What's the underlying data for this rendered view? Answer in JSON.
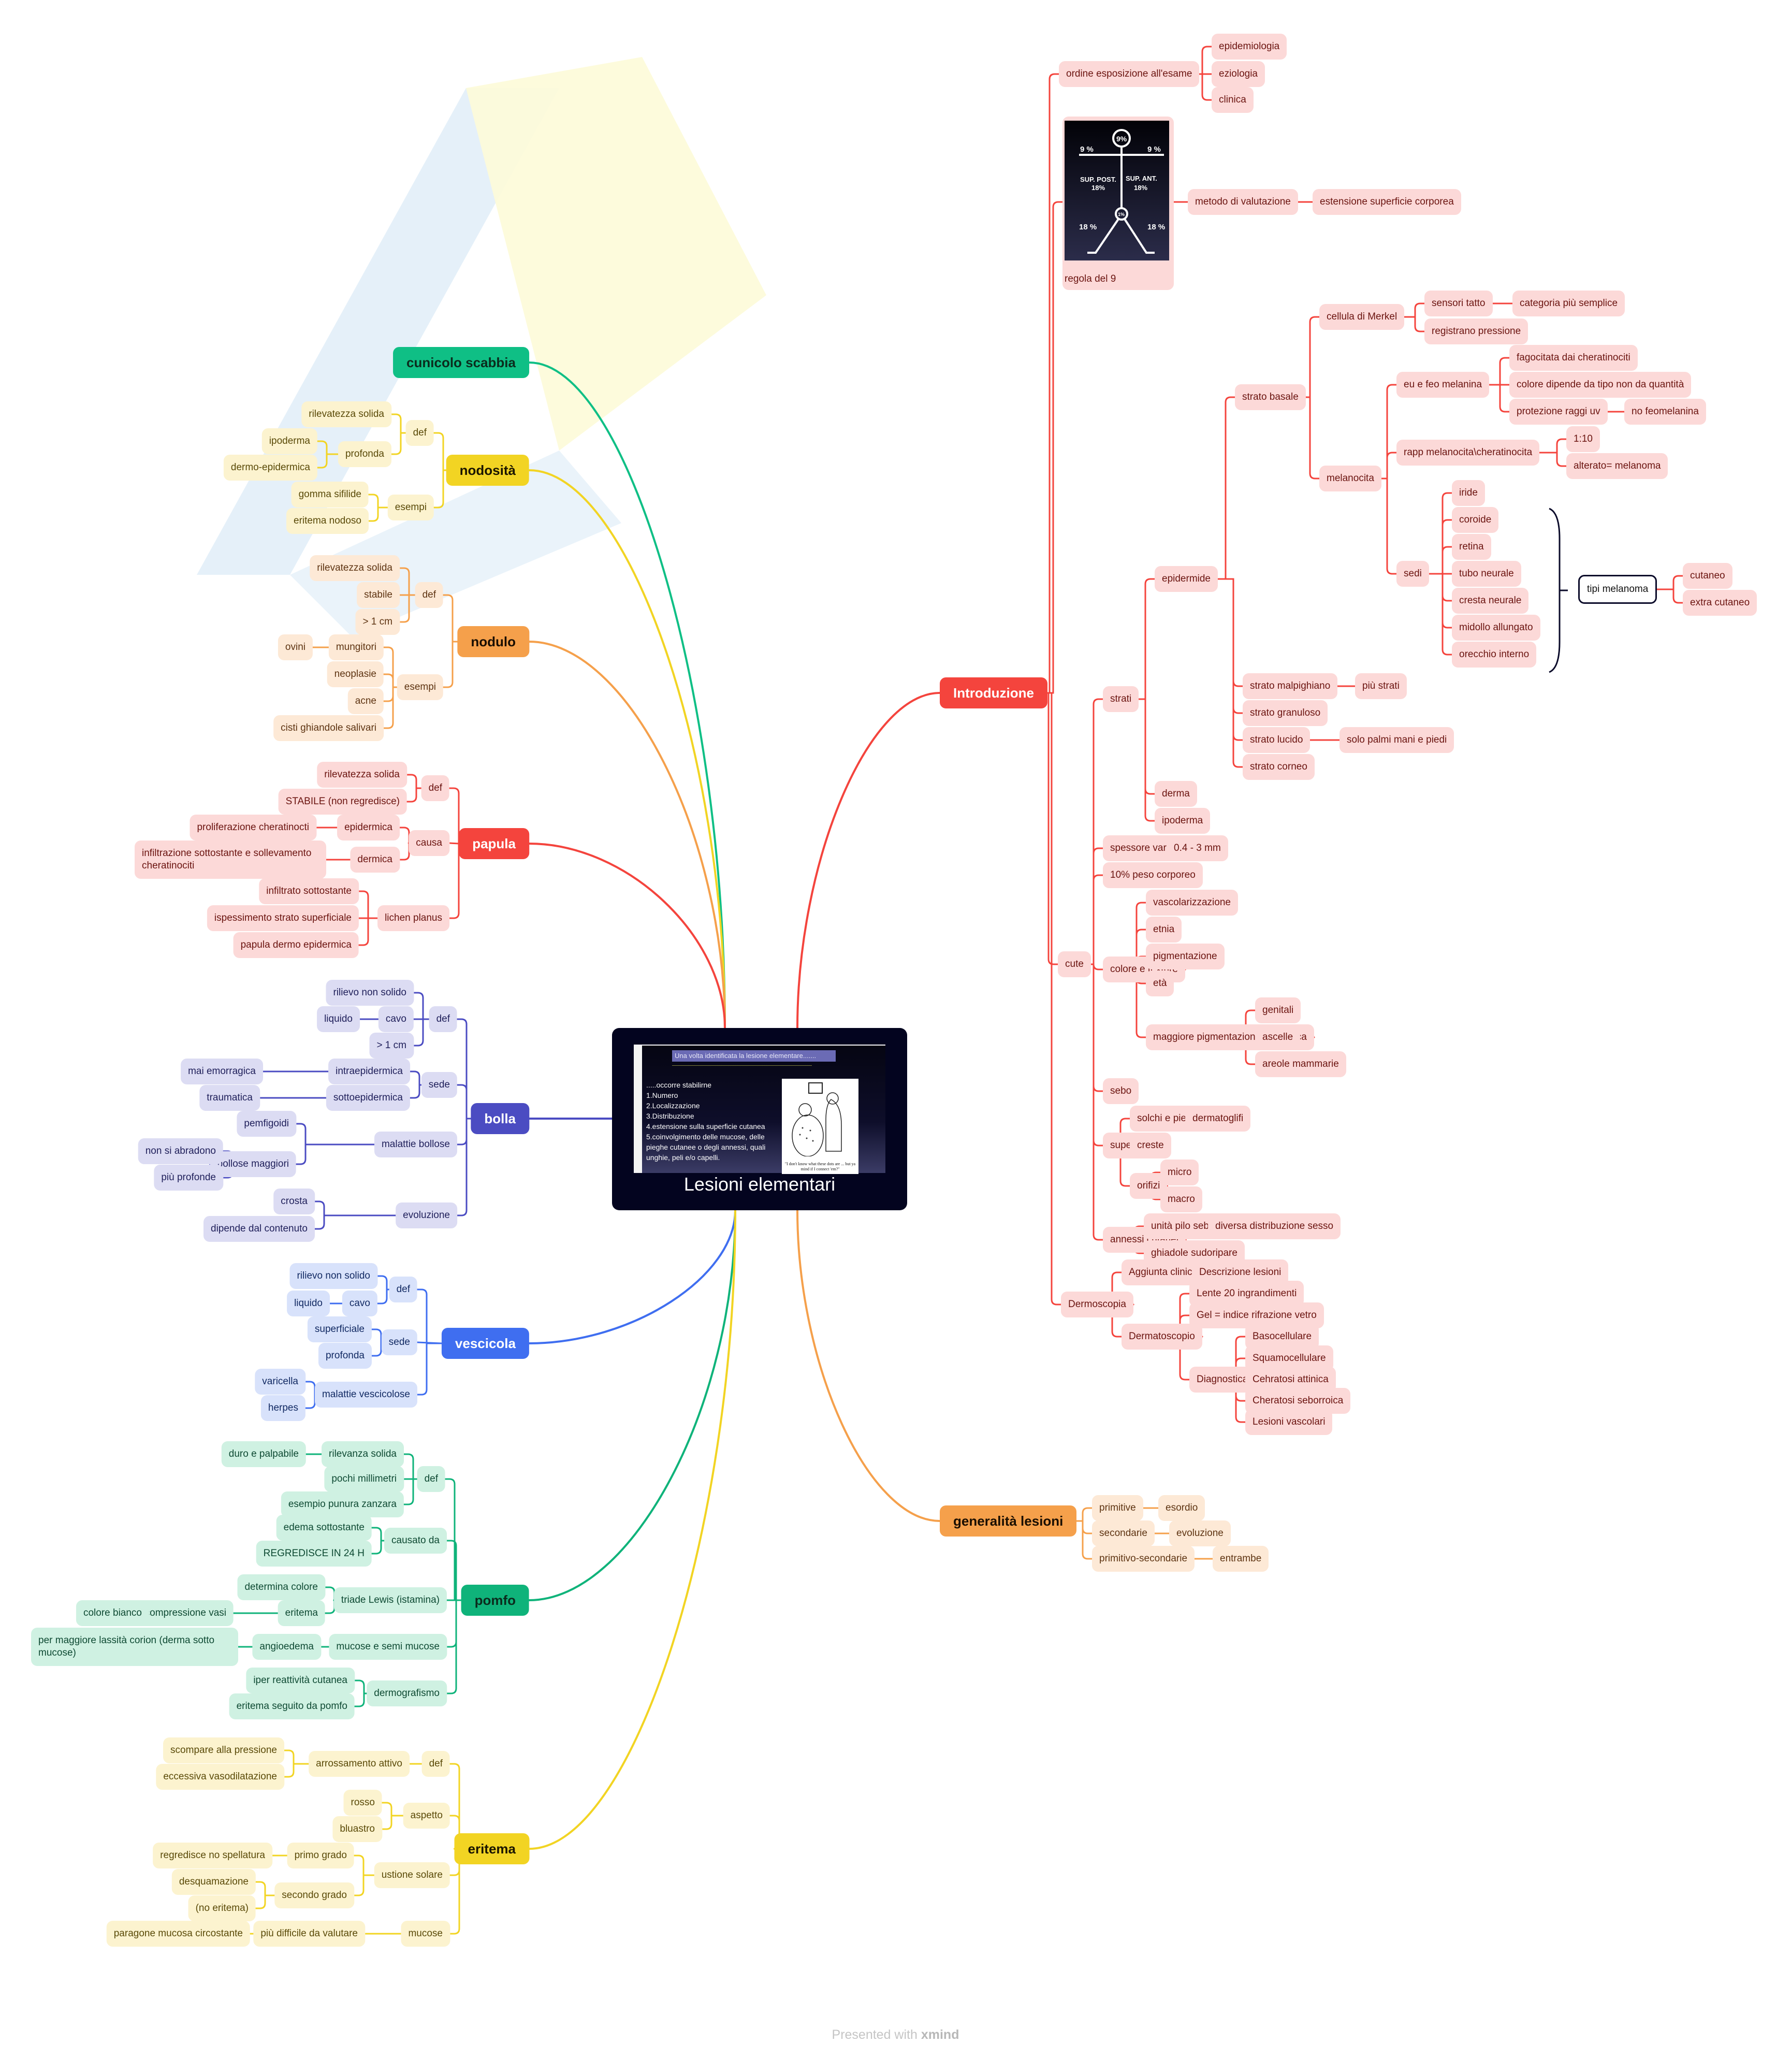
{
  "root": {
    "title": "Lesioni elementari",
    "slide": {
      "header": "Una volta identificata la lesione elementare.......",
      "lines": [
        ".....occorre stabilirne",
        "1.Numero",
        "2.Localizzazione",
        "3.Distribuzione",
        "4.estensione sulla superficie cutanea",
        "5.coinvolgimento delle mucose, delle pieghe cutanee o degli annessi, quali unghie, peli e/o capelli."
      ],
      "cartoon_caption": "\"I don't know what these dots are ... but ya mind if I connect 'em?\""
    }
  },
  "colors": {
    "red": "#f4443d",
    "orange": "#f5a04b",
    "yellow": "#f2d423",
    "green": "#0fbf85",
    "indigo": "#4b4cc2",
    "blue": "#3f6ef0",
    "root": "#03041f"
  },
  "branches": {
    "introduzione": {
      "label": "Introduzione",
      "ordine": {
        "label": "ordine esposizione all'esame",
        "children": [
          "epidemiologia",
          "eziologia",
          "clinica"
        ]
      },
      "regola": {
        "caption": "regola del 9",
        "image_labels": [
          "9%",
          "9 %",
          "9 %",
          "SUP. POST. 18%",
          "SUP. ANT. 18%",
          "1%",
          "18 %",
          "18 %"
        ],
        "metodo": "metodo di valutazione",
        "estensione": "estensione superficie corporea"
      },
      "cute": {
        "label": "cute",
        "strati": {
          "label": "strati",
          "epidermide": {
            "label": "epidermide",
            "strato_basale": {
              "label": "strato basale",
              "merkel": {
                "label": "cellula di Merkel",
                "sensori": "sensori tatto",
                "categoria": "categoria più semplice",
                "registrano": "registrano pressione"
              },
              "melanocita": {
                "label": "melanocita",
                "eufeo": {
                  "label": "eu e feo melanina",
                  "fagocitata": "fagocitata dai cheratinociti",
                  "colore": "colore dipende da tipo non da quantità",
                  "protezione": "protezione raggi uv",
                  "no_feo": "no feomelanina"
                },
                "rapp": {
                  "label": "rapp melanocita\\cheratinocita",
                  "ratio": "1:10",
                  "alterato": "alterato= melanoma"
                },
                "sedi": {
                  "label": "sedi",
                  "items": [
                    "iride",
                    "coroide",
                    "retina",
                    "tubo neurale",
                    "cresta neurale",
                    "midollo allungato",
                    "orecchio interno"
                  ]
                },
                "tipi": {
                  "label": "tipi melanoma",
                  "items": [
                    "cutaneo",
                    "extra cutaneo"
                  ]
                }
              }
            },
            "malpighiano": "strato malpighiano",
            "piu_strati": "più strati",
            "granuloso": "strato granuloso",
            "lucido": "strato lucido",
            "palmi": "solo palmi mani e piedi",
            "corneo": "strato corneo"
          },
          "derma": "derma",
          "ipoderma": "ipoderma"
        },
        "spessore": "spessore variabile",
        "spessore_val": "0.4 - 3 mm",
        "peso": "10% peso corporeo",
        "colore": {
          "label": "colore e texture",
          "items": [
            "vascolarizzazione",
            "etnia",
            "pigmentazione",
            "età"
          ],
          "maggiore": "maggiore pigmentazione fisiologica",
          "zone": [
            "genitali",
            "ascelle",
            "areole mammarie"
          ]
        },
        "sebo": "sebo",
        "superficie": {
          "label": "superficie",
          "solchi": "solchi e pieghe",
          "dermatoglifi": "dermatoglifi",
          "creste": "creste",
          "orifizi": "orifizi",
          "micro": "micro",
          "macro": "macro"
        },
        "annessi": {
          "label": "annessi cutanei",
          "pilo": "unità pilo sebacea",
          "sesso": "diversa distribuzione sesso",
          "ghiadole": "ghiadole sudoripare"
        }
      },
      "dermoscopia": {
        "label": "Dermoscopia",
        "aggiunta": "Aggiunta clinica",
        "descrizione": "Descrizione lesioni",
        "dermatoscopio": "Dermatoscopio",
        "lente": "Lente 20 ingrandimenti",
        "gel": "Gel = indice rifrazione vetro",
        "diagnostica": {
          "label": "Diagnostica",
          "items": [
            "Basocellulare",
            "Squamocellulare",
            "Cehratosi attinica",
            "Cheratosi seborroica",
            "Lesioni vascolari"
          ]
        }
      }
    },
    "generalita": {
      "label": "generalità lesioni",
      "rows": [
        {
          "a": "primitive",
          "b": "esordio"
        },
        {
          "a": "secondarie",
          "b": "evoluzione"
        },
        {
          "a": "primitivo-secondarie",
          "b": "entrambe"
        }
      ]
    },
    "cunicolo": {
      "label": "cunicolo scabbia"
    },
    "nodosita": {
      "label": "nodosità",
      "def": "def",
      "rilevatezza": "rilevatezza solida",
      "profonda": "profonda",
      "ipoderma": "ipoderma",
      "dermo": "dermo-epidermica",
      "esempi": "esempi",
      "gomma": "gomma sifilide",
      "eritema_nodoso": "eritema nodoso"
    },
    "nodulo": {
      "label": "nodulo",
      "def": "def",
      "rilevatezza": "rilevatezza solida",
      "stabile": "stabile",
      "size": "> 1 cm",
      "esempi": "esempi",
      "mungitori": "mungitori",
      "ovini": "ovini",
      "neoplasie": "neoplasie",
      "acne": "acne",
      "cisti": "cisti ghiandole salivari"
    },
    "papula": {
      "label": "papula",
      "def": "def",
      "rilevatezza": "rilevatezza solida",
      "stabile": "STABILE (non regredisce)",
      "causa": "causa",
      "epidermica": "epidermica",
      "prolif": "proliferazione cheratinocti",
      "dermica": "dermica",
      "infiltrazione": "infiltrazione sottostante e sollevamento cheratinociti",
      "lichen": "lichen planus",
      "infiltrato": "infiltrato sottostante",
      "ispessimento": "ispessimento strato superficiale",
      "dermoepi": "papula dermo epidermica"
    },
    "bolla": {
      "label": "bolla",
      "def": "def",
      "rilievo": "rilievo non solido",
      "cavo": "cavo",
      "liquido": "liquido",
      "size": "> 1 cm",
      "sede": "sede",
      "intra": "intraepidermica",
      "mai": "mai emorragica",
      "sotto": "sottoepidermica",
      "traumatica": "traumatica",
      "malattie": "malattie bollose",
      "pemfigoidi": "pemfigoidi",
      "maggiori": "bollose maggiori",
      "abradono": "non si abradono",
      "profonde": "più profonde",
      "evoluzione": "evoluzione",
      "crosta": "crosta",
      "dipende": "dipende dal contenuto"
    },
    "vescicola": {
      "label": "vescicola",
      "def": "def",
      "rilievo": "rilievo non solido",
      "cavo": "cavo",
      "liquido": "liquido",
      "sede": "sede",
      "superficiale": "superficiale",
      "profonda": "profonda",
      "malattie": "malattie vescicolose",
      "varicella": "varicella",
      "herpes": "herpes"
    },
    "pomfo": {
      "label": "pomfo",
      "def": "def",
      "rilevanza": "rilevanza solida",
      "duro": "duro e palpabile",
      "pochi": "pochi millimetri",
      "esempio": "esempio punura zanzara",
      "causato": "causato da",
      "edema": "edema sottostante",
      "regredisce": "REGREDISCE IN 24 H",
      "triade": "triade Lewis (istamina)",
      "determina": "determina colore",
      "eritema": "eritema",
      "compressione": "compressione vasi",
      "bianco": "colore bianco",
      "mucose": "mucose e semi mucose",
      "angioedema": "angioedema",
      "lassita": "per maggiore lassità corion (derma sotto mucose)",
      "dermografismo": "dermografismo",
      "iper": "iper reattività cutanea",
      "seguito": "eritema seguito da pomfo"
    },
    "eritema": {
      "label": "eritema",
      "def": "def",
      "arrossamento": "arrossamento attivo",
      "scompare": "scompare alla pressione",
      "eccessiva": "eccessiva vasodilatazione",
      "aspetto": "aspetto",
      "rosso": "rosso",
      "bluastro": "bluastro",
      "ustione": "ustione solare",
      "primo": "primo grado",
      "regredisce": "regredisce no spellatura",
      "secondo": "secondo grado",
      "desquamazione": "desquamazione",
      "no_eritema": "(no eritema)",
      "mucose": "mucose",
      "difficile": "più difficile da valutare",
      "paragone": "paragone mucosa circostante"
    }
  },
  "footer": {
    "prefix": "Presented with ",
    "brand": "xmind"
  }
}
